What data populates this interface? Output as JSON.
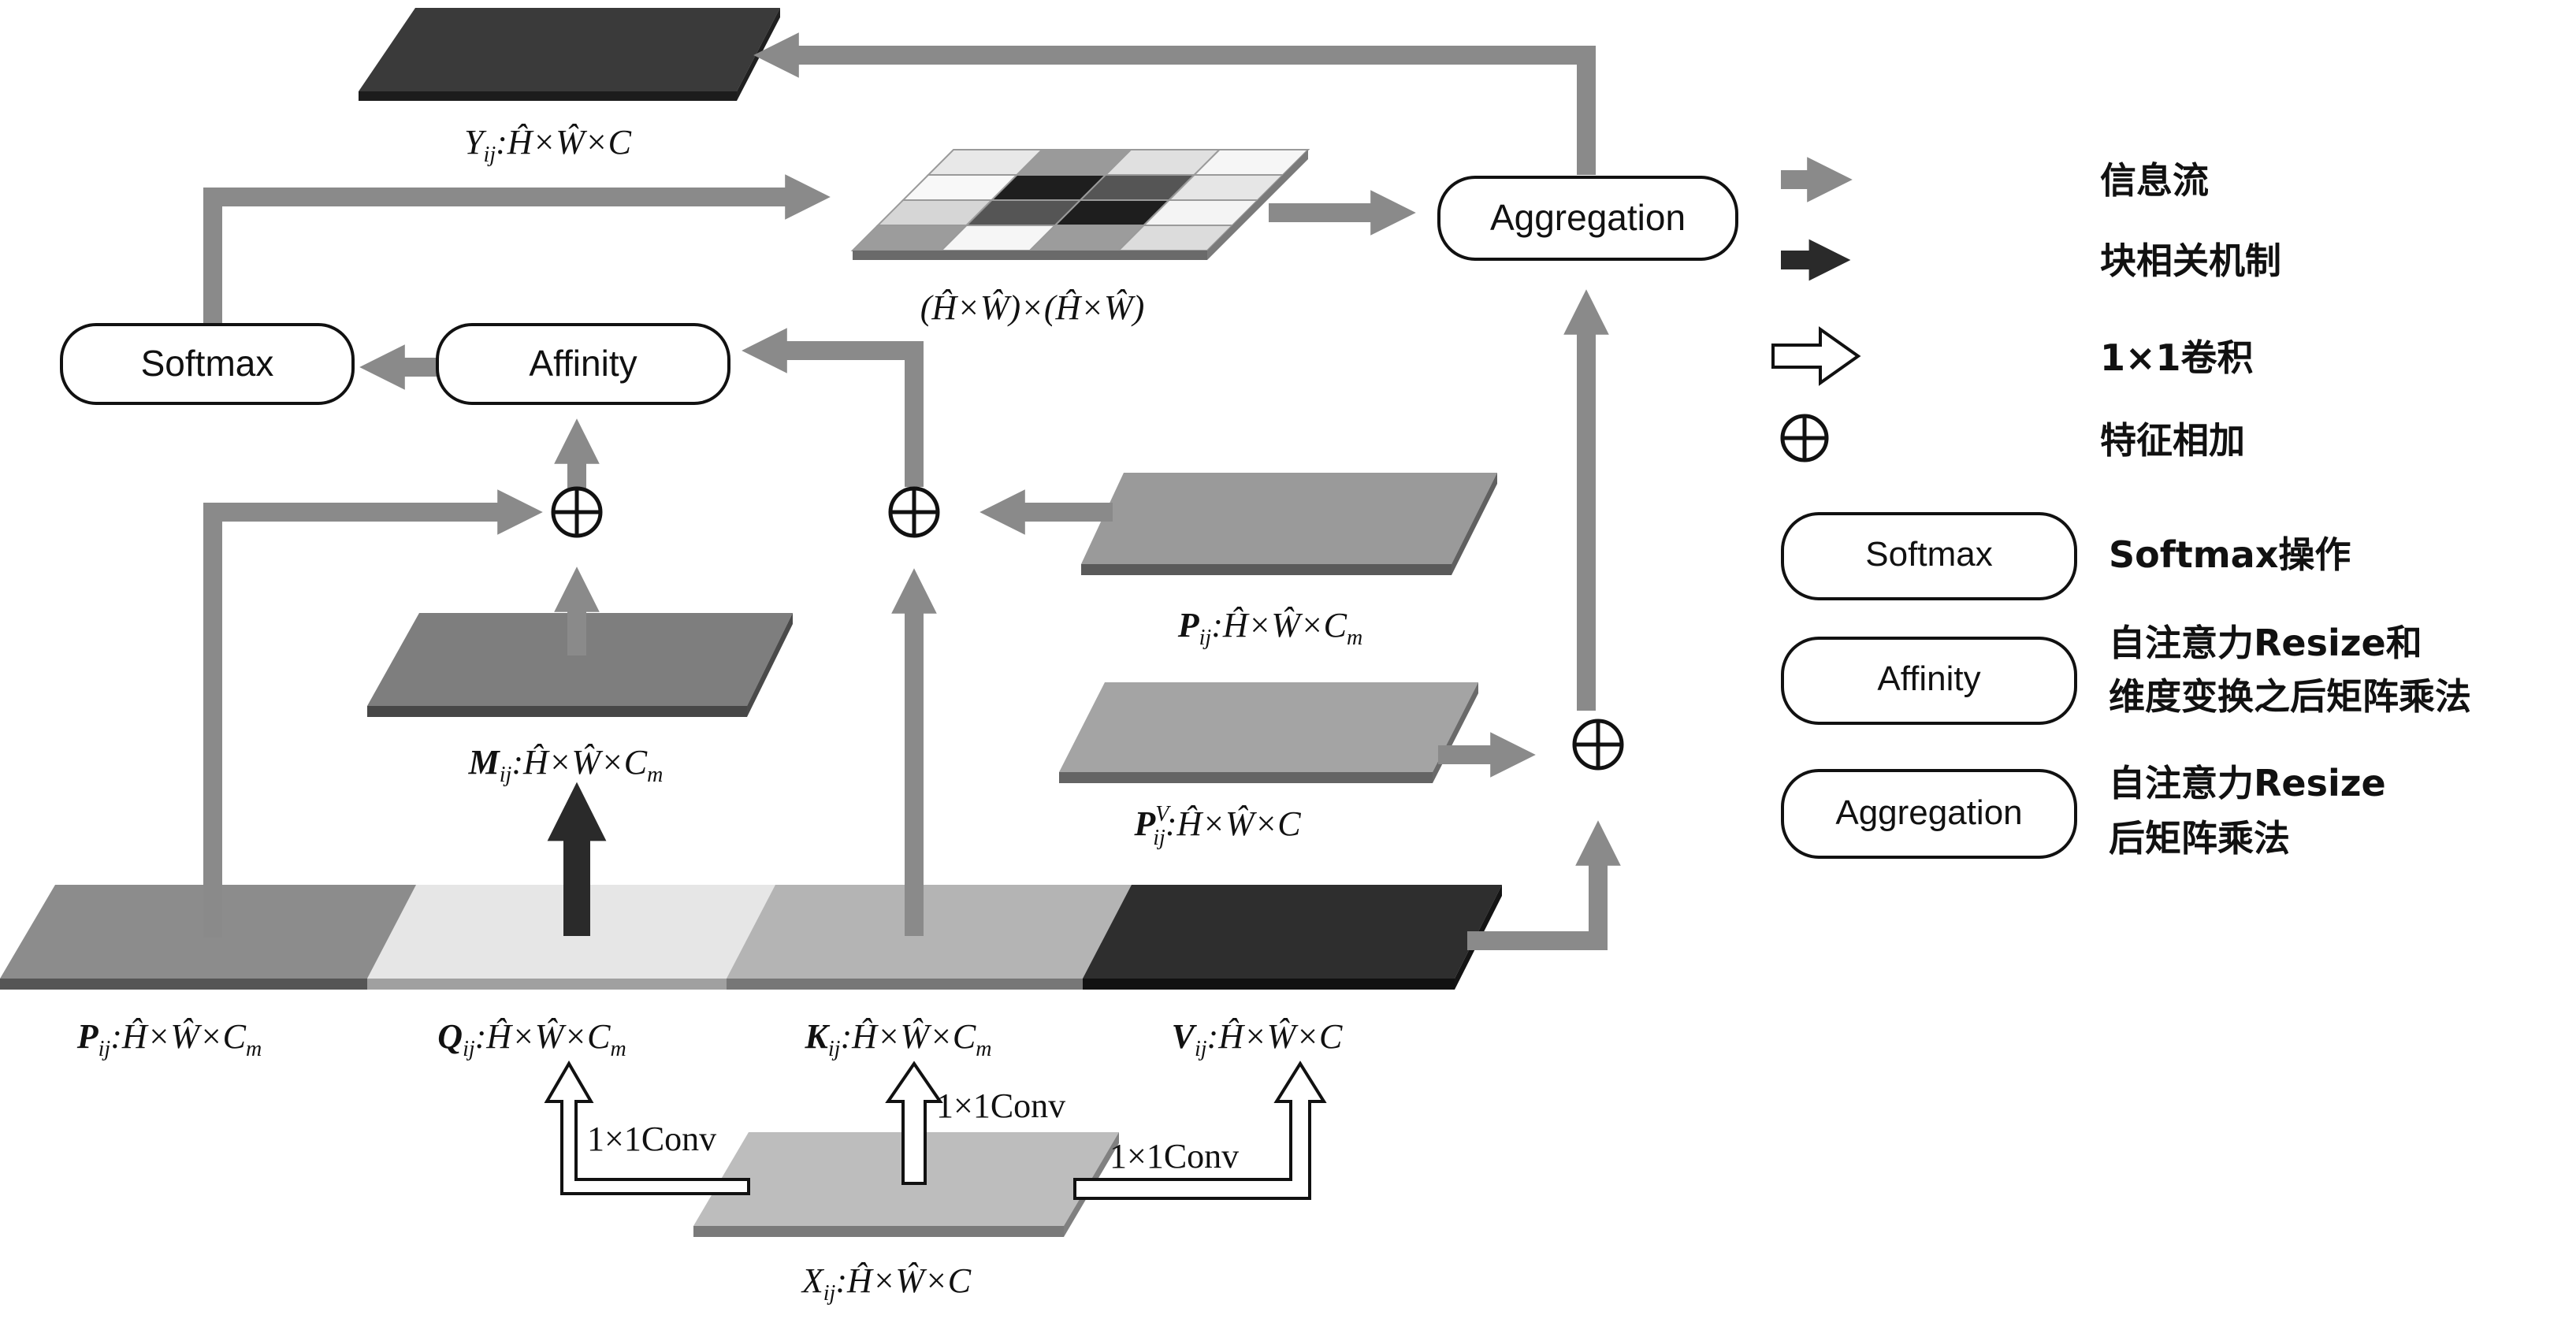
{
  "colors": {
    "flow_arrow": "#8a8a8a",
    "block_arrow": "#2a2a2a",
    "plane_P": "#8c8c8c",
    "plane_Q": "#e6e6e6",
    "plane_K": "#b4b4b4",
    "plane_V": "#2e2e2e",
    "plane_M": "#7e7e7e",
    "plane_Pv": "#a0a0a0",
    "plane_Y": "#3a3a3a",
    "plane_X": "#bdbdbd"
  },
  "nodes": {
    "softmax": "Softmax",
    "affinity": "Affinity",
    "aggregation": "Aggregation"
  },
  "tensors": {
    "Y": {
      "sym": "Y",
      "sub": "ij",
      "dims": ":Ĥ×Ŵ×C"
    },
    "matrix": {
      "dims": "(Ĥ×Ŵ)×(Ĥ×Ŵ)"
    },
    "P_top": {
      "sym": "P",
      "sub": "ij",
      "dims": ":Ĥ×Ŵ×C",
      "dims_sub": "m"
    },
    "M": {
      "sym": "M",
      "sub": "ij",
      "dims": ":Ĥ×Ŵ×C",
      "dims_sub": "m"
    },
    "Pv": {
      "sym": "P",
      "sup": "V",
      "sub": "ij",
      "dims": ":Ĥ×Ŵ×C"
    },
    "P_bottom": {
      "sym": "P",
      "sub": "ij",
      "dims": ":Ĥ×Ŵ×C",
      "dims_sub": "m"
    },
    "Q": {
      "sym": "Q",
      "sub": "ij",
      "dims": ":Ĥ×Ŵ×C",
      "dims_sub": "m"
    },
    "K": {
      "sym": "K",
      "sub": "ij",
      "dims": ":Ĥ×Ŵ×C",
      "dims_sub": "m"
    },
    "V": {
      "sym": "V",
      "sub": "ij",
      "dims": ":Ĥ×Ŵ×C"
    },
    "X": {
      "sym": "X",
      "sub": "ij",
      "dims": ":Ĥ×Ŵ×C"
    }
  },
  "conv_labels": {
    "q": "1×1Conv",
    "k": "1×1Conv",
    "v": "1×1Conv"
  },
  "legend": {
    "info_flow": "信息流",
    "block_corr": "块相关机制",
    "conv1x1": "1×1卷积",
    "feature_add": "特征相加",
    "softmax_box": "Softmax",
    "softmax_desc": "Softmax操作",
    "affinity_box": "Affinity",
    "affinity_desc_1": "自注意力Resize和",
    "affinity_desc_2": "维度变换之后矩阵乘法",
    "aggregation_box": "Aggregation",
    "aggregation_desc_1": "自注意力Resize",
    "aggregation_desc_2": "后矩阵乘法"
  },
  "matrix_cells": [
    [
      "#e8e8e8",
      "#9a9a9a",
      "#e0e0e0",
      "#f6f6f6"
    ],
    [
      "#f8f8f8",
      "#1e1e1e",
      "#555555",
      "#e6e6e6"
    ],
    [
      "#d6d6d6",
      "#555555",
      "#1e1e1e",
      "#f4f4f4"
    ],
    [
      "#9c9c9c",
      "#f6f6f6",
      "#9c9c9c",
      "#dcdcdc"
    ]
  ]
}
